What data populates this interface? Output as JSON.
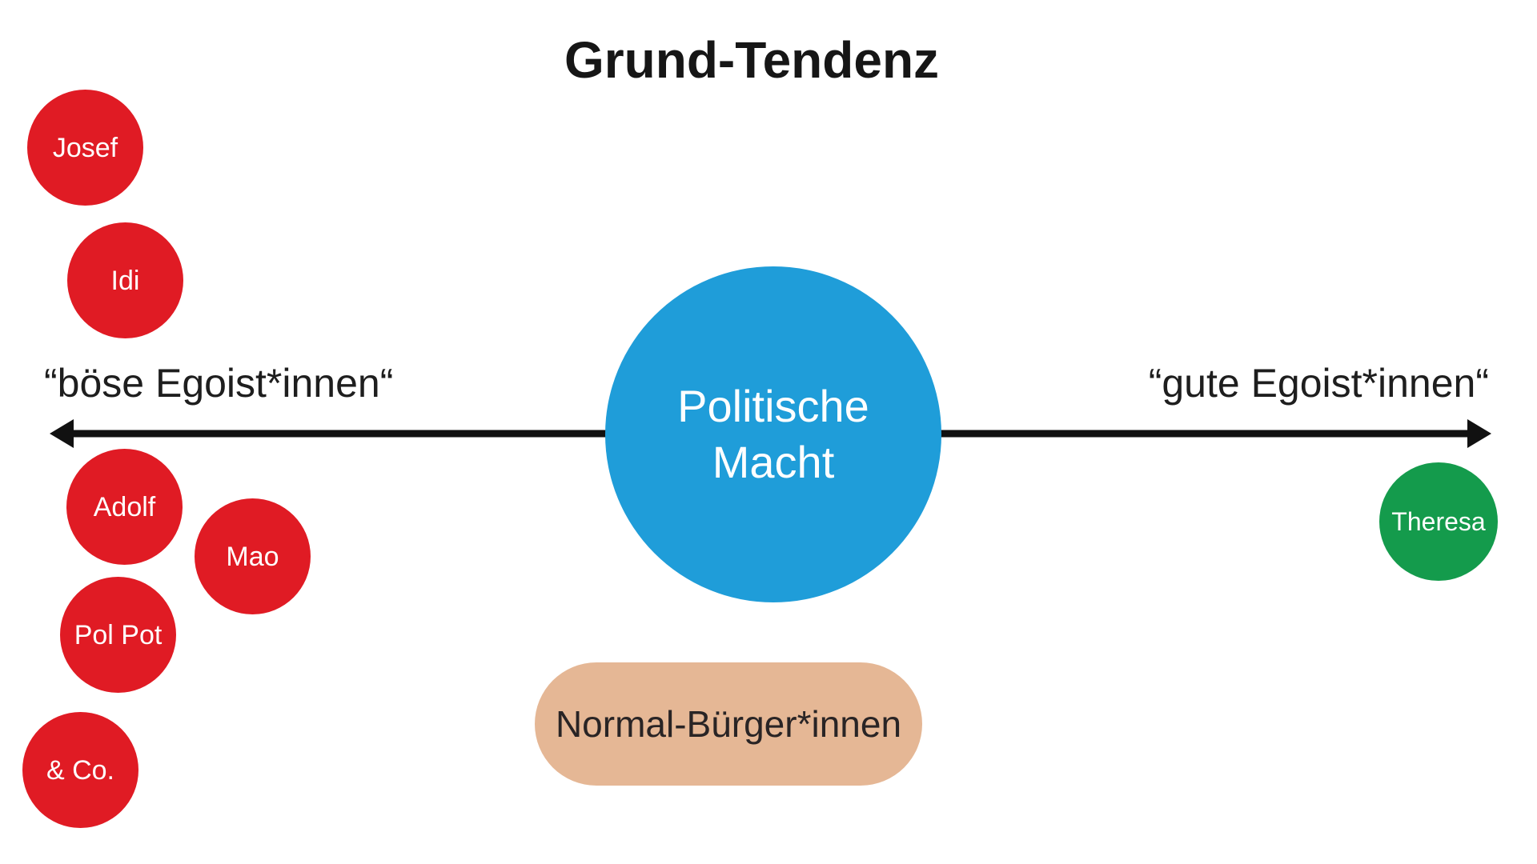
{
  "title": "Grund-Tendenz",
  "axis": {
    "left_label": "“böse Egoist*innen“",
    "right_label": "“gute Egoist*innen“"
  },
  "center": {
    "lines": [
      "Politische",
      "Macht"
    ]
  },
  "bad_egoists": [
    {
      "label": "Josef"
    },
    {
      "label": "Idi"
    },
    {
      "label": "Adolf"
    },
    {
      "label": "Mao"
    },
    {
      "label": "Pol Pot"
    },
    {
      "label": "& Co."
    }
  ],
  "good_egoists": [
    {
      "label": "Theresa"
    }
  ],
  "citizens": {
    "label": "Normal-Bürger*innen"
  },
  "colors": {
    "bad_egoist_red": "#e01b24",
    "good_egoist_green": "#149b4c",
    "political_power_blue": "#1f9dd9",
    "citizens_beige": "#e5b795",
    "arrow_black": "#111111",
    "text_dark": "#1e1e1e"
  }
}
